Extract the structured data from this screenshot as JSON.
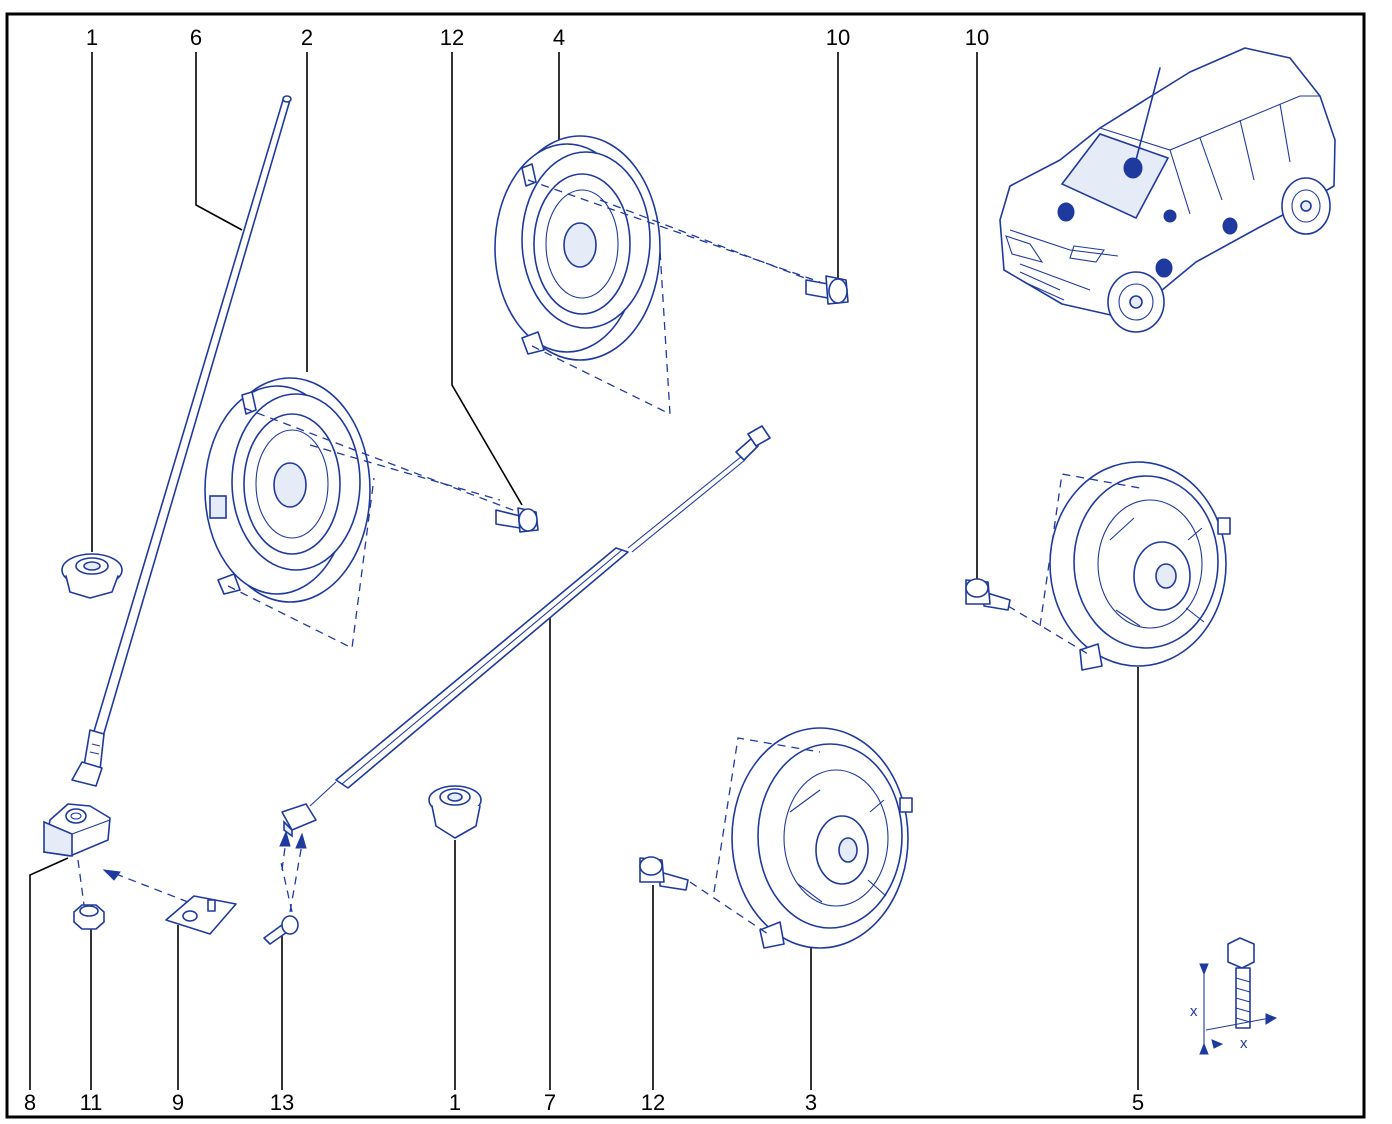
{
  "callouts": {
    "top": [
      "1",
      "6",
      "2",
      "12",
      "4",
      "10",
      "10"
    ],
    "bottom": [
      "8",
      "11",
      "9",
      "13",
      "1",
      "7",
      "12",
      "3",
      "5"
    ]
  },
  "torque_detail": {
    "dimension_label": "x"
  },
  "colors": {
    "line_art": "#1f3a9e",
    "frame": "#000000",
    "background": "#ffffff"
  }
}
